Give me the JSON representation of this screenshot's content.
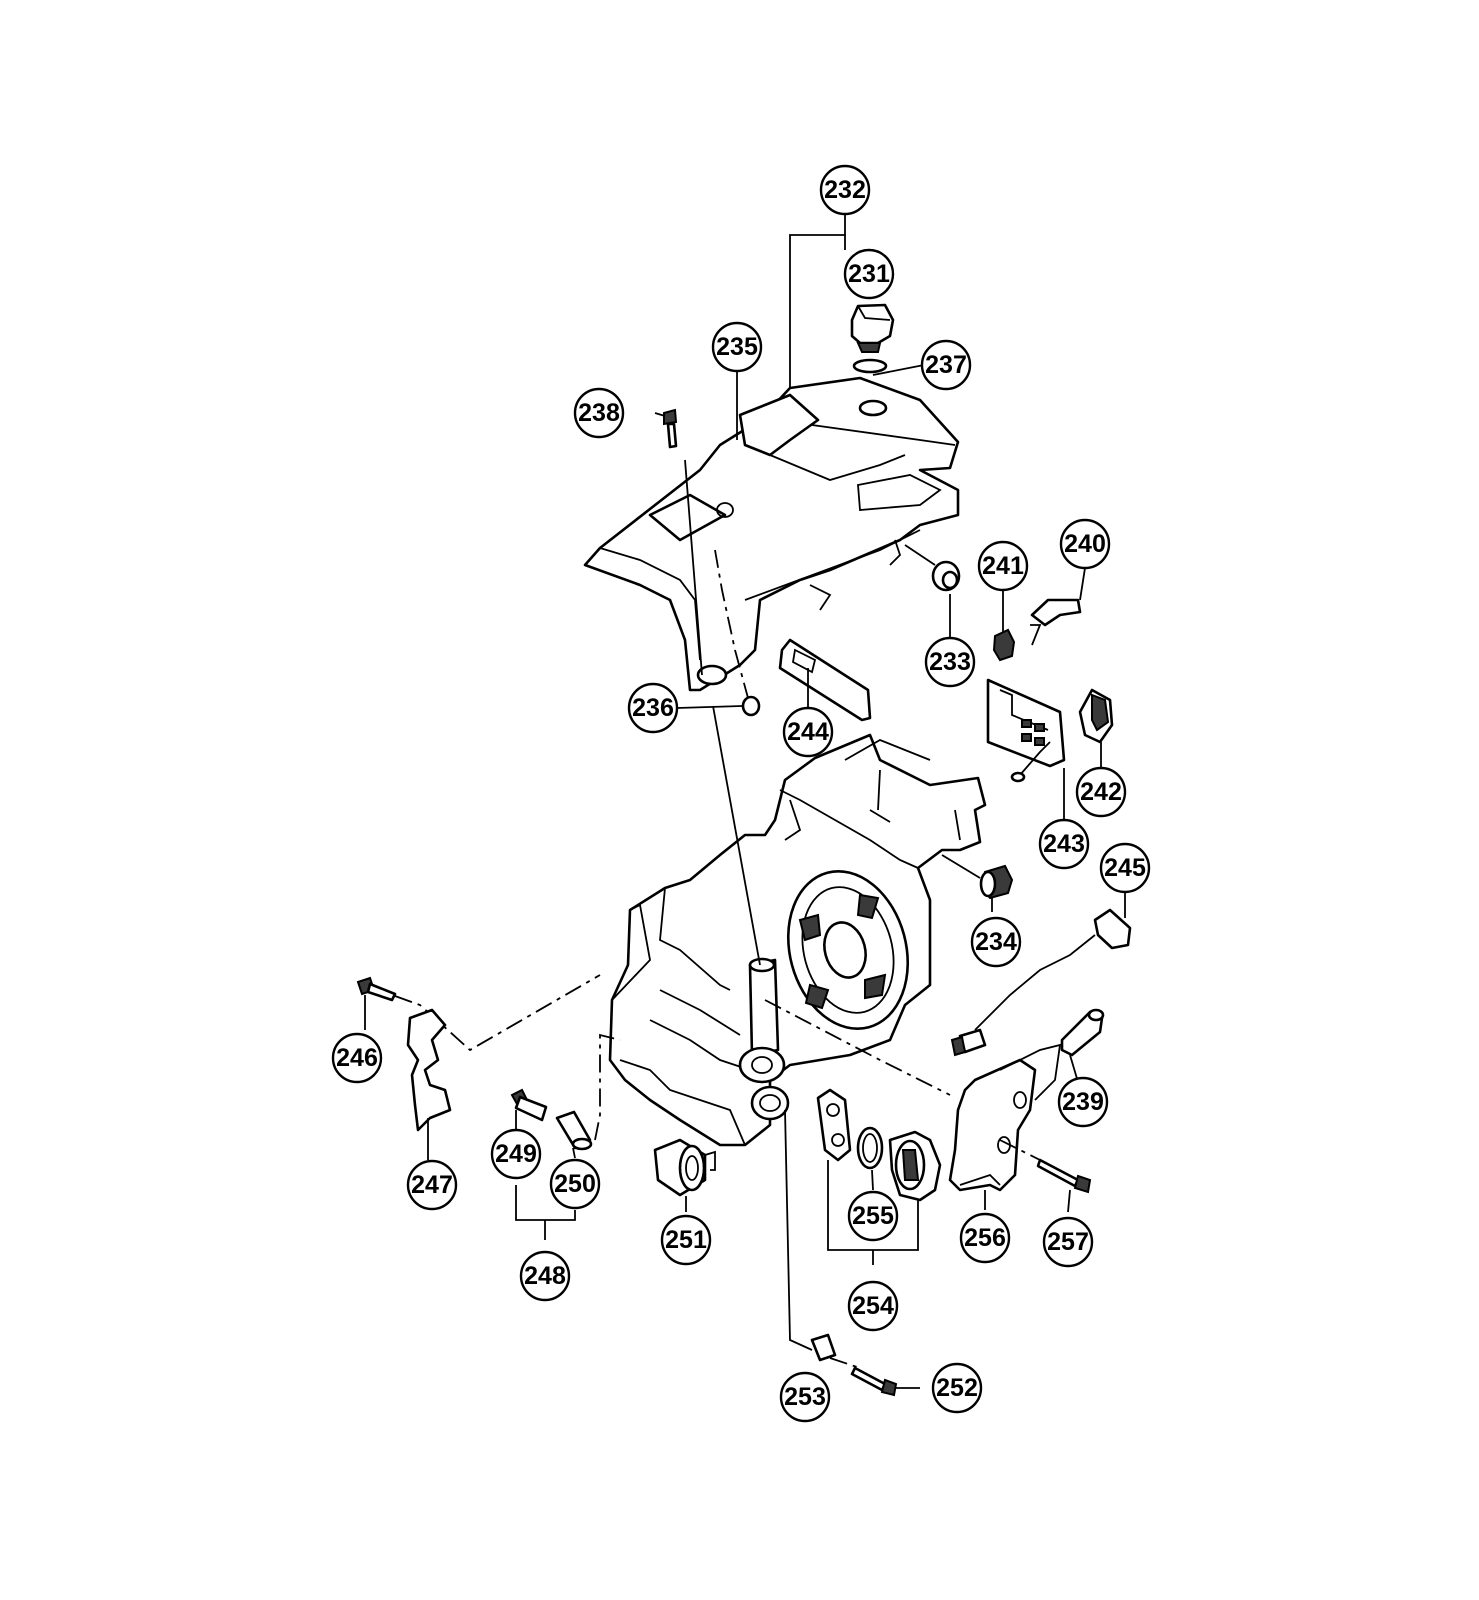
{
  "callouts": [
    {
      "id": "232",
      "label": "232"
    },
    {
      "id": "231",
      "label": "231"
    },
    {
      "id": "237",
      "label": "237"
    },
    {
      "id": "235",
      "label": "235"
    },
    {
      "id": "238",
      "label": "238"
    },
    {
      "id": "240",
      "label": "240"
    },
    {
      "id": "241",
      "label": "241"
    },
    {
      "id": "233",
      "label": "233"
    },
    {
      "id": "236",
      "label": "236"
    },
    {
      "id": "244",
      "label": "244"
    },
    {
      "id": "242",
      "label": "242"
    },
    {
      "id": "243",
      "label": "243"
    },
    {
      "id": "245",
      "label": "245"
    },
    {
      "id": "234",
      "label": "234"
    },
    {
      "id": "246",
      "label": "246"
    },
    {
      "id": "239",
      "label": "239"
    },
    {
      "id": "247",
      "label": "247"
    },
    {
      "id": "249",
      "label": "249"
    },
    {
      "id": "250",
      "label": "250"
    },
    {
      "id": "251",
      "label": "251"
    },
    {
      "id": "255",
      "label": "255"
    },
    {
      "id": "256",
      "label": "256"
    },
    {
      "id": "257",
      "label": "257"
    },
    {
      "id": "248",
      "label": "248"
    },
    {
      "id": "254",
      "label": "254"
    },
    {
      "id": "253",
      "label": "253"
    },
    {
      "id": "252",
      "label": "252"
    }
  ]
}
